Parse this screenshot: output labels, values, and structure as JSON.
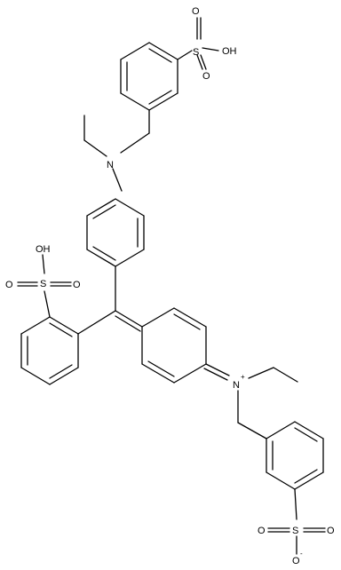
{
  "molecule": {
    "atoms": {
      "top_sulfonic": {
        "S": "S",
        "O1": "O",
        "O2": "O",
        "OH": "OH"
      },
      "amine": {
        "N": "N"
      },
      "ortho_sulfonic": {
        "S": "S",
        "O1": "O",
        "O2": "O",
        "OH": "OH"
      },
      "iminium": {
        "N": "N",
        "charge": "+"
      },
      "sulfonate": {
        "S": "S",
        "O1": "O",
        "O2": "O",
        "Ominus": "O",
        "charge": "-"
      }
    }
  }
}
